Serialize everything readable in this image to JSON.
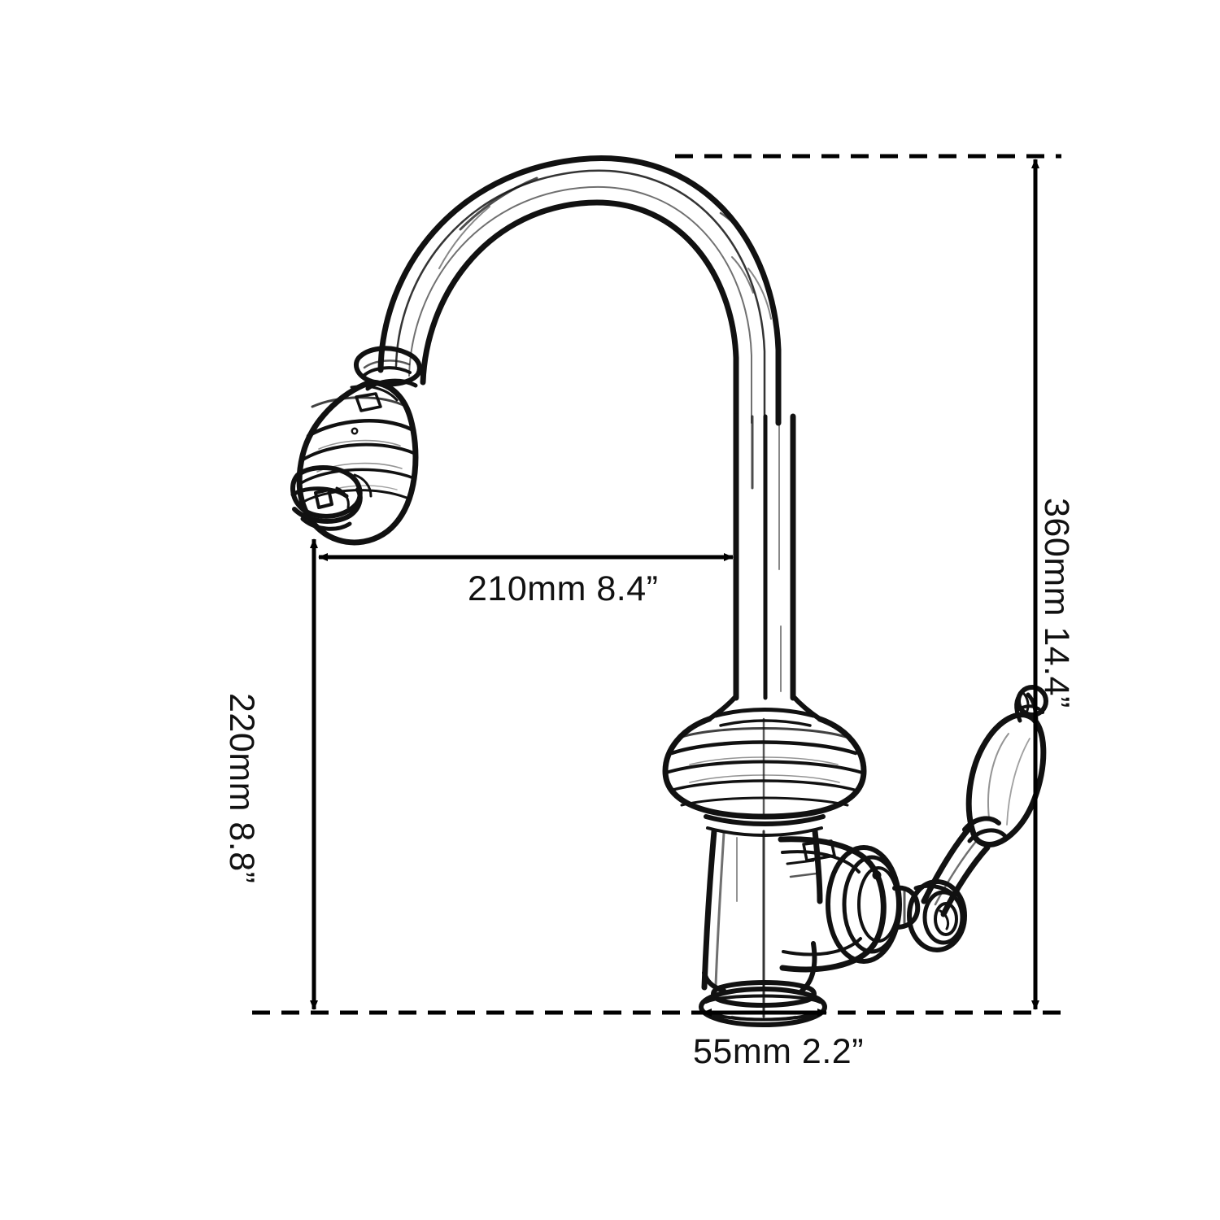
{
  "drawing": {
    "subject": "kitchen faucet technical dimension drawing",
    "background_color": "#ffffff",
    "line_color": "#000000",
    "text_color": "#111111"
  },
  "dimensions": {
    "reach": {
      "label": "210mm 8.4”",
      "mm": 210,
      "inches": 8.4,
      "orientation": "horizontal",
      "description": "spout reach from outlet to column"
    },
    "spout_height": {
      "label": "220mm 8.8”",
      "mm": 220,
      "inches": 8.8,
      "orientation": "vertical",
      "description": "height from base to spout outlet"
    },
    "total_height": {
      "label": "360mm 14.4”",
      "mm": 360,
      "inches": 14.4,
      "orientation": "vertical",
      "description": "overall faucet height"
    },
    "base_diameter": {
      "label": "55mm 2.2”",
      "mm": 55,
      "inches": 2.2,
      "orientation": "horizontal",
      "description": "base flange diameter"
    }
  },
  "parts": {
    "gooseneck": "gooseneck-spout-arc",
    "spout_head": "bulbous-spout-head",
    "aerator": "aerator-outlet",
    "column": "vertical-spout-column",
    "body_bulb": "decorative-body-bulb",
    "body_column": "tapered-body-column",
    "valve_housing": "valve-cartridge-housing",
    "handle": "lever-handle",
    "finial": "ball-finial",
    "base": "base-flange"
  }
}
